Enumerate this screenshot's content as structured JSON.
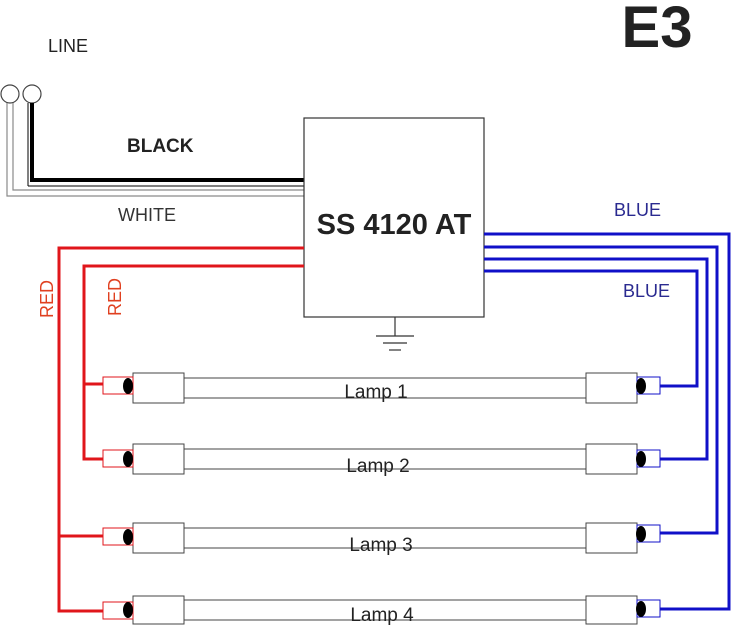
{
  "diagram_code": "E3",
  "labels": {
    "line": "LINE",
    "black": "BLACK",
    "white": "WHITE",
    "blue_top": "BLUE",
    "blue_bottom": "BLUE",
    "red_outer": "RED",
    "red_inner": "RED"
  },
  "ballast": {
    "model": "SS 4120 AT"
  },
  "lamps": [
    {
      "label": "Lamp 1"
    },
    {
      "label": "Lamp 2"
    },
    {
      "label": "Lamp 3"
    },
    {
      "label": "Lamp 4"
    }
  ],
  "colors": {
    "red_wire": "#e0161b",
    "blue_wire": "#1010c8",
    "black_wire": "#000000",
    "white_wire": "#8a8a8a",
    "blue_label": "#2a2a90",
    "red_label": "#e04020"
  }
}
